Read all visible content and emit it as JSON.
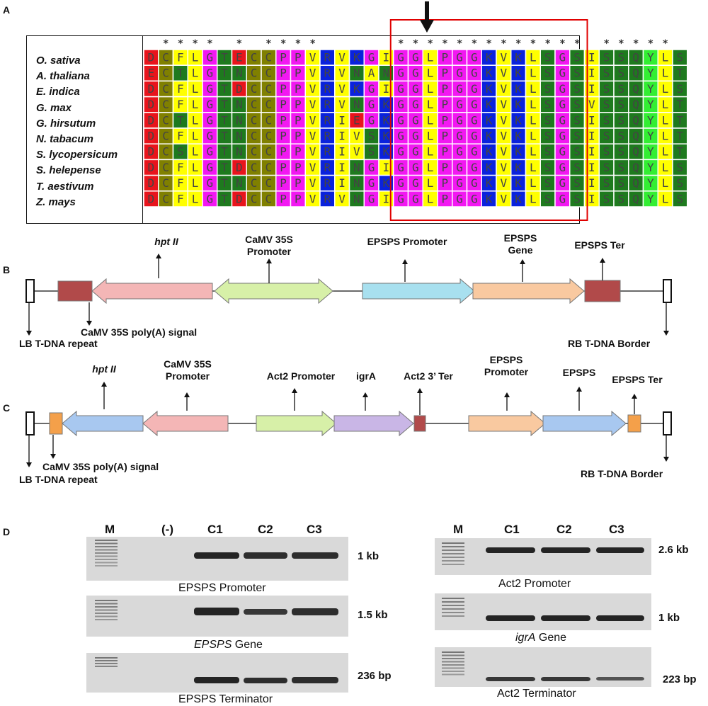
{
  "panels": {
    "a": "A",
    "b": "B",
    "c": "C",
    "d": "D"
  },
  "alignment": {
    "species": [
      "O. sativa",
      "A. thaliana",
      "E. indica",
      "G. max",
      "G. hirsutum",
      "N. tabacum",
      "S. lycopersicum",
      "S. helepense",
      "T. aestivum",
      "Z. mays"
    ],
    "sequences": [
      "DCFLGTECCPPVRVKGIGGLPGGKVKLSGSISSQYLS",
      "ECTLGTNCCPPVRVNANGGLPGGKVKLSGSISSQYLT",
      "DCFLGTDCCPPVRVKGIGGLPGGKVKLSGSISSQYLS",
      "DCFLGTNCCPPVRVNGKGGLPGGKVKLSGSVSSQYLT",
      "DCTLGTNCCPPVRIEGKGGLPGGKVKLSGSISSQYLT",
      "DCFLGTNCCPPVRIVSKGGLPGGKVKLSGSISSQYLT",
      "DCSLGTNCCPPVRIVSKGGLPGGKVKLSGSISSQYLT",
      "DCFLGTDCCPPVRINGIGGLPGGKVKLSGSISSQYLS",
      "DCFLGTNCCPPVRINGKGGLPGGKVKLSGSISSQYLS",
      "DCFLGTDCCPPVRVNGIGGLPGGKVKLSGSISSQYLS"
    ],
    "conserved_marker": "*",
    "conserved_columns": [
      1,
      2,
      3,
      4,
      6,
      8,
      9,
      10,
      11,
      17,
      18,
      19,
      20,
      21,
      22,
      23,
      24,
      25,
      26,
      27,
      28,
      29,
      31,
      32,
      33,
      34,
      35
    ],
    "residue_colors": {
      "D": "#e8141c",
      "E": "#e8141c",
      "C": "#808000",
      "S": "#1e7a1e",
      "T": "#1e7a1e",
      "N": "#1e7a1e",
      "Q": "#1e7a1e",
      "F": "#ffff00",
      "L": "#ffff00",
      "I": "#ffff00",
      "V": "#ffff00",
      "A": "#ffff00",
      "G": "#f218f2",
      "P": "#f218f2",
      "R": "#0a22dd",
      "K": "#0a22dd",
      "Y": "#33ee33"
    },
    "highlight_columns": [
      17,
      29
    ]
  },
  "construct_b": {
    "labels": {
      "hpt": "hpt II",
      "camv_promoter": "CaMV 35S\nPromoter",
      "epsps_promoter": "EPSPS Promoter",
      "epsps_gene": "EPSPS\nGene",
      "epsps_ter": "EPSPS Ter",
      "polya": "CaMV 35S poly(A) signal",
      "lb": "LB T-DNA repeat",
      "rb": "RB T-DNA Border"
    }
  },
  "construct_c": {
    "labels": {
      "hpt": "hpt II",
      "camv_promoter": "CaMV 35S\nPromoter",
      "act2_promoter": "Act2 Promoter",
      "igra": "igrA",
      "act2_ter": "Act2 3’ Ter",
      "epsps_promoter": "EPSPS\nPromoter",
      "epsps": "EPSPS",
      "epsps_ter": "EPSPS Ter",
      "polya": "CaMV 35S poly(A) signal",
      "lb": "LB T-DNA repeat",
      "rb": "RB T-DNA Border"
    }
  },
  "colors": {
    "dark_red": "#b14a4a",
    "pink": "#f4b6b6",
    "light_green": "#d7f0a8",
    "cyan": "#a8e0ef",
    "peach": "#f9c9a0",
    "light_blue": "#a8c8f0",
    "lavender": "#c9b6e6",
    "orange": "#f4a04a",
    "align_box": "#e00000"
  },
  "gels": {
    "left": {
      "lanes": [
        "M",
        "(-)",
        "C1",
        "C2",
        "C3"
      ],
      "gels": [
        {
          "caption": "EPSPS Promoter",
          "size": "1 kb"
        },
        {
          "caption_italic": "EPSPS",
          "caption_rest": " Gene",
          "size": "1.5 kb"
        },
        {
          "caption": "EPSPS Terminator",
          "size": "236 bp"
        }
      ]
    },
    "right": {
      "lanes": [
        "M",
        "C1",
        "C2",
        "C3"
      ],
      "gels": [
        {
          "caption": "Act2 Promoter",
          "size": "2.6 kb"
        },
        {
          "caption_italic": "igrA",
          "caption_rest": " Gene",
          "size": "1 kb"
        },
        {
          "caption": "Act2 Terminator",
          "size": "223  bp"
        }
      ]
    }
  }
}
